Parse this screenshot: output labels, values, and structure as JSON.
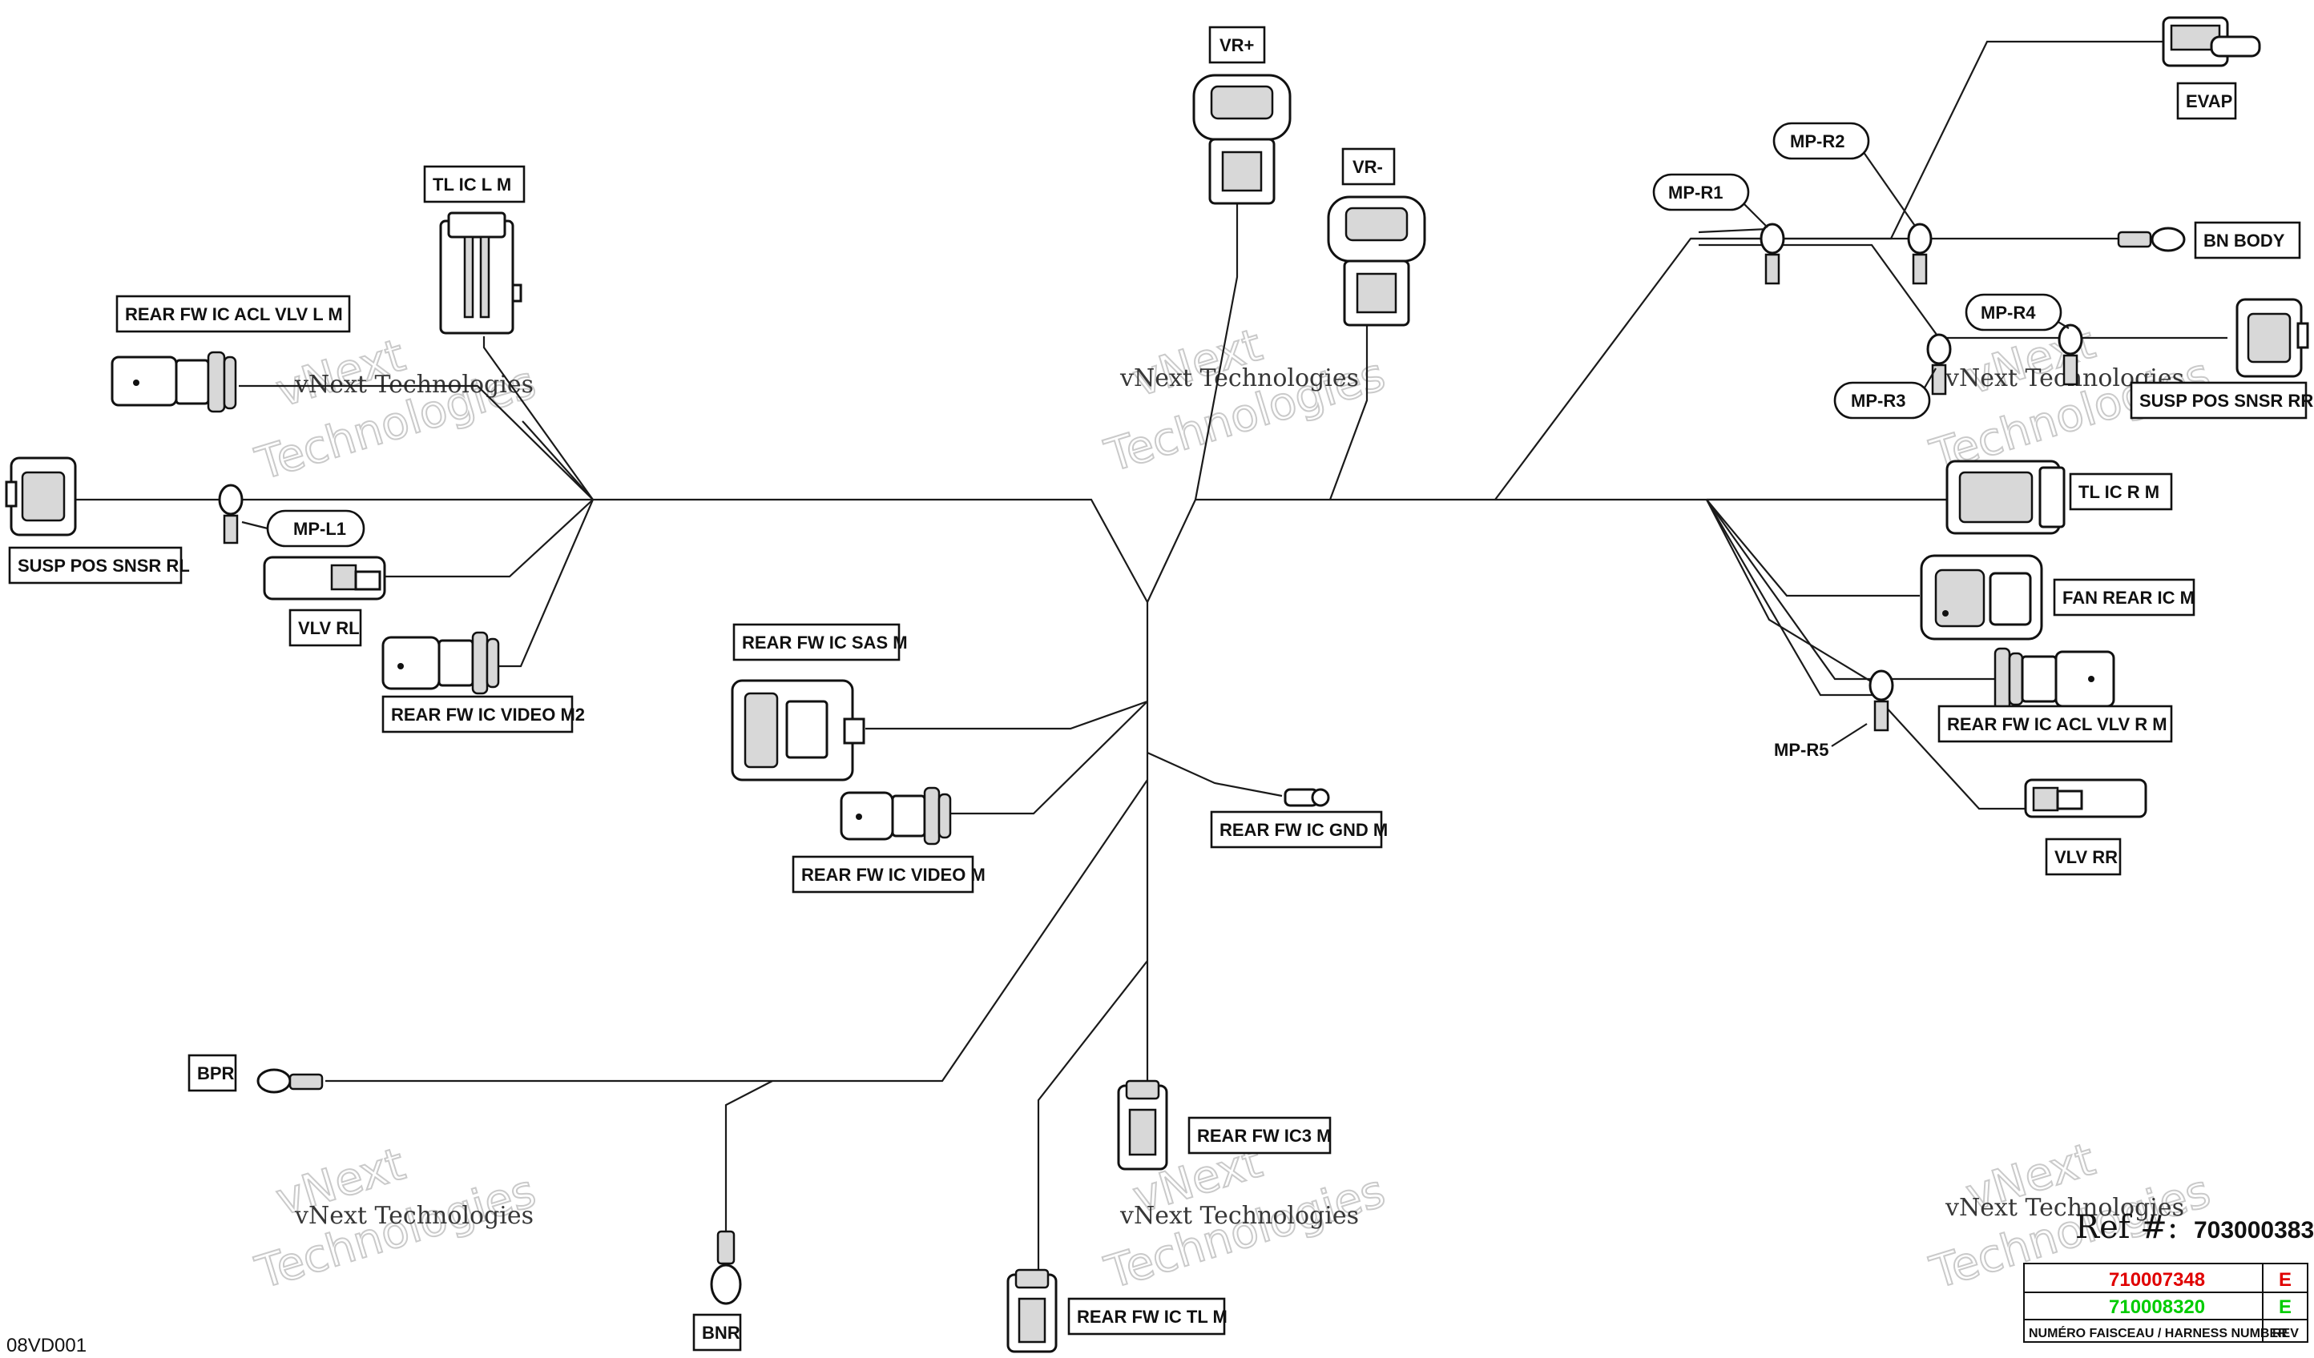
{
  "labels": {
    "vr_plus": "VR+",
    "vr_minus": "VR-",
    "tl_ic_l_m": "TL  IC  L  M",
    "rear_fw_ic_acl_vlv_l_m": "REAR  FW  IC    ACL  VLV  L  M",
    "susp_pos_snsr_rl": "SUSP  POS  SNSR  RL",
    "vlv_rl": "VLV  RL",
    "rear_fw_ic_video_m2": "REAR  FW  IC  VIDEO  M2",
    "rear_fw_ic_sas_m": "REAR  FW  IC  SAS  M",
    "rear_fw_ic_video_m": "REAR  FW  IC  VIDEO  M",
    "rear_fw_ic_gnd_m": "REAR  FW  IC  GND  M",
    "bpr": "BPR",
    "bnr": "BNR",
    "rear_fw_ic3_m": "REAR  FW  IC3  M",
    "rear_fw_ic_tl_m": "REAR  FW  IC  TL  M",
    "evap": "EVAP",
    "bn_body": "BN  BODY",
    "susp_pos_snsr_rr": "SUSP  POS  SNSR  RR",
    "tl_ic_r_m": "TL  IC  R  M",
    "fan_rear_ic_m": "FAN  REAR  IC  M",
    "rear_fw_ic_acl_vlv_r_m": "REAR  FW  IC    ACL  VLV  R  M",
    "vlv_rr": "VLV  RR"
  },
  "mounting_points": {
    "mp_l1": "MP-L1",
    "mp_r1": "MP-R1",
    "mp_r2": "MP-R2",
    "mp_r3": "MP-R3",
    "mp_r4": "MP-R4",
    "mp_r5": "MP-R5"
  },
  "watermark": {
    "line1": "vNext Technologies",
    "line2": "Technologies",
    "line0": "vNext"
  },
  "reference": {
    "prefix": "Ref #:",
    "number": "703000383"
  },
  "harness_table": {
    "rows": [
      {
        "number": "710007348",
        "rev": "E",
        "color": "#e00000"
      },
      {
        "number": "710008320",
        "rev": "E",
        "color": "#00cc00"
      }
    ],
    "footer_number": "NUMÉRO FAISCEAU / HARNESS NUMBER",
    "footer_rev": "REV"
  },
  "doc_code": "08VD001"
}
